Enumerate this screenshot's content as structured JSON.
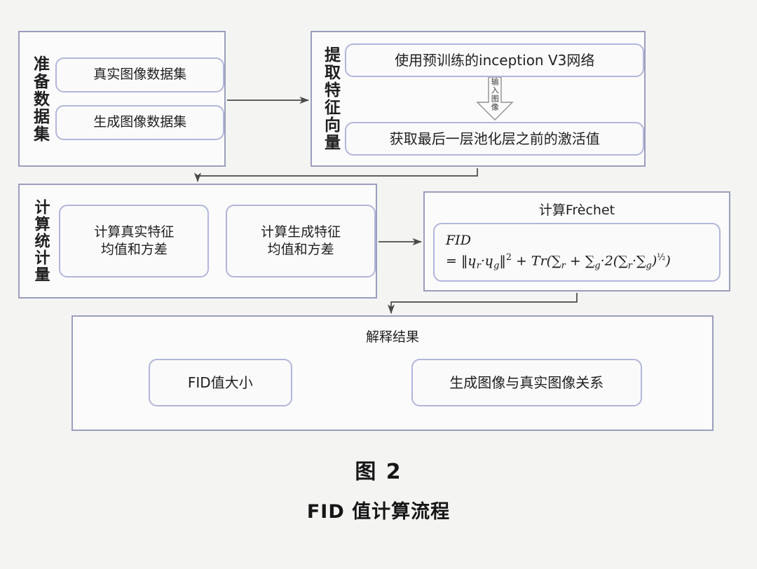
{
  "figure": {
    "caption_number": "图 2",
    "caption_title": "FID 值计算流程",
    "background_color": "#f4f4f3",
    "group_border_color": "#9b9ebc",
    "node_border_color": "#b2b6da",
    "connector_color": "#4a4a4a"
  },
  "groups": {
    "prepare": {
      "side_label": "准备数据集",
      "nodes": [
        {
          "label": "真实图像数据集"
        },
        {
          "label": "生成图像数据集"
        }
      ]
    },
    "extract": {
      "side_label": "提取特征向量",
      "nodes": [
        {
          "label": "使用预训练的inception V3网络"
        },
        {
          "label": "获取最后一层池化层之前的激活值"
        }
      ],
      "inner_arrow_label": "输入图像"
    },
    "stats": {
      "side_label": "计算统计量",
      "nodes": [
        {
          "label": "计算真实特征\n均值和方差",
          "line1": "计算真实特征",
          "line2": "均值和方差"
        },
        {
          "label": "计算生成特征\n均值和方差",
          "line1": "计算生成特征",
          "line2": "均值和方差"
        }
      ]
    },
    "frechet": {
      "title": "计算Frèchet",
      "formula": {
        "line1": "FID",
        "line2": "= ‖ɥ_r·ɥ_g‖² + Tr(∑_r + ∑_g·2(∑_r·∑_g)^½)",
        "line2_plain": "= ||ɥr·ɥg||2 + Tr(∑r + ∑g·2(∑r·∑g)½)"
      }
    },
    "interpret": {
      "title": "解释结果",
      "nodes": [
        {
          "label": "FID值大小"
        },
        {
          "label": "生成图像与真实图像关系"
        }
      ]
    }
  },
  "connectors": [
    {
      "name": "prepare-to-extract",
      "style": "straight-horizontal-arrow"
    },
    {
      "name": "extract-to-stats",
      "style": "elbow-down-left-arrow"
    },
    {
      "name": "stats-to-frechet",
      "style": "straight-horizontal-arrow"
    },
    {
      "name": "frechet-to-interpret",
      "style": "elbow-down-left-arrow"
    }
  ]
}
